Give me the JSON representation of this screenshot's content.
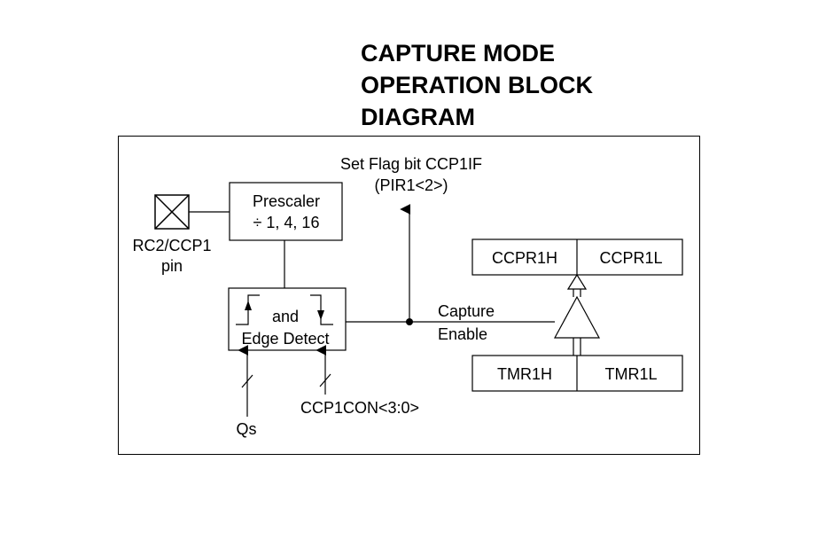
{
  "title": {
    "line1": "CAPTURE MODE",
    "line2": "OPERATION BLOCK",
    "line3": "DIAGRAM"
  },
  "labels": {
    "set_flag": "Set Flag bit CCP1IF",
    "pir1": "(PIR1<2>)",
    "prescaler_title": "Prescaler",
    "prescaler_values": "÷ 1, 4, 16",
    "pin_name": "RC2/CCP1",
    "pin_word": "pin",
    "edge_and": "and",
    "edge_detect": "Edge Detect",
    "capture": "Capture",
    "enable": "Enable",
    "qs": "Qs",
    "ccp1con": "CCP1CON<3:0>",
    "ccpr1h": "CCPR1H",
    "ccpr1l": "CCPR1L",
    "tmr1h": "TMR1H",
    "tmr1l": "TMR1L"
  }
}
